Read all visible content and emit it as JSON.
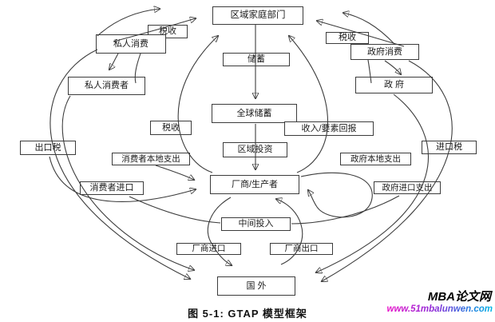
{
  "diagram": {
    "title_caption": "图 5-1: GTAP 模型框架",
    "boxes": {
      "region_household": "区域家庭部门",
      "tax_top_left": "税收",
      "private_consumption": "私人消费",
      "tax_top_right": "税收",
      "government_consumption": "政府消费",
      "saving": "储蓄",
      "private_consumer": "私人消费者",
      "government": "政  府",
      "global_saving": "全球储蓄",
      "tax_mid_left": "税收",
      "income_factor_return": "收入/要素回报",
      "export_tax": "出口税",
      "regional_investment": "区域投资",
      "import_tax": "进口税",
      "consumer_local_spending": "消费者本地支出",
      "government_local_spending": "政府本地支出",
      "firms_producers": "厂商/生产者",
      "consumer_import": "消费者进口",
      "government_import_spending": "政府进口支出",
      "intermediate_input": "中间投入",
      "firm_import": "厂商进口",
      "firm_export": "厂商出口",
      "foreign": "国  外"
    },
    "colors": {
      "line": "#3c3c3c",
      "box_border": "#3c3c3c",
      "watermark_url_gradient_start": "#e912c9",
      "watermark_url_gradient_end": "#00b8e6"
    }
  },
  "watermark": {
    "title": "MBA论文网",
    "url": "www.51mbalunwen.com"
  }
}
